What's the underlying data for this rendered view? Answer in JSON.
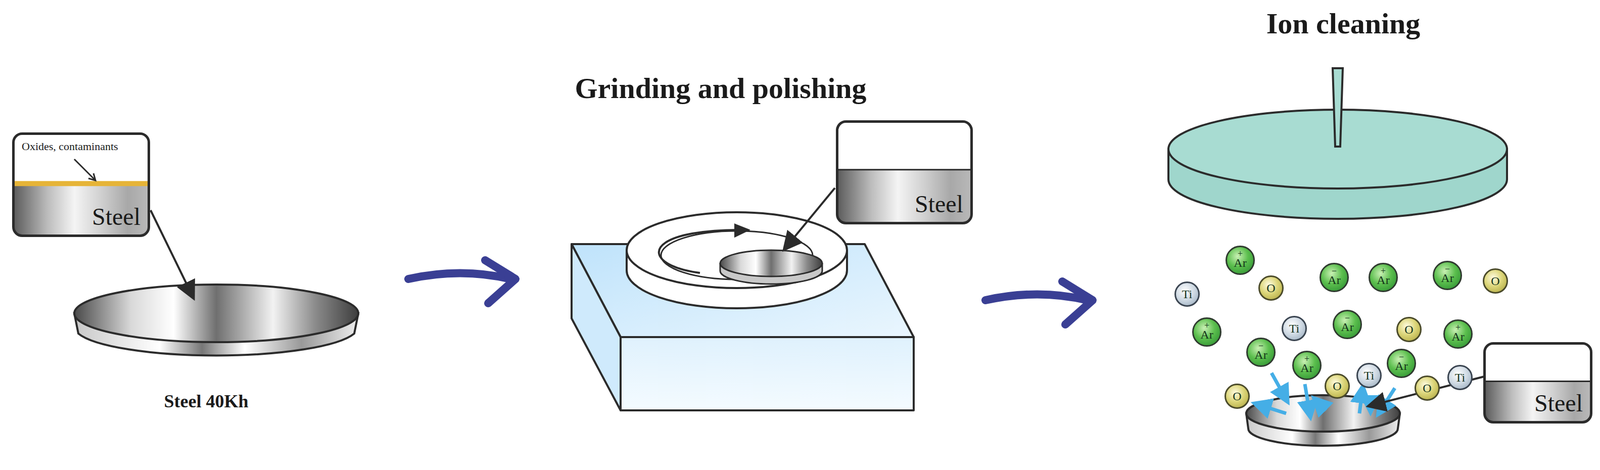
{
  "diagram": {
    "nodes": [
      {
        "text": [
          "Oxides, contaminants",
          "Steel"
        ]
      },
      {
        "text": [
          "Steel"
        ]
      },
      {
        "text": [
          "Steel"
        ]
      },
      {
        "text": [
          "Ar",
          "+"
        ]
      },
      {
        "text": [
          "Ti"
        ]
      },
      {
        "text": [
          "O"
        ]
      },
      {
        "text": [
          "Ar",
          "−"
        ]
      },
      {
        "text": [
          "Ar",
          "+"
        ]
      },
      {
        "text": [
          "Ar",
          "−"
        ]
      },
      {
        "text": [
          "O"
        ]
      },
      {
        "text": [
          "Ar",
          "+"
        ]
      },
      {
        "text": [
          "Ti"
        ]
      },
      {
        "text": [
          "Ar",
          "−"
        ]
      },
      {
        "text": [
          "O"
        ]
      },
      {
        "text": [
          "Ar",
          "+"
        ]
      },
      {
        "text": [
          "Ar",
          "−"
        ]
      },
      {
        "text": [
          "Ar",
          "+"
        ]
      },
      {
        "text": [
          "Ar",
          "−"
        ]
      },
      {
        "text": [
          "Ti"
        ]
      },
      {
        "text": [
          "O"
        ]
      },
      {
        "text": [
          "O"
        ]
      },
      {
        "text": [
          "Ti"
        ]
      },
      {
        "text": [
          "O"
        ]
      }
    ],
    "labels": [
      "Steel 40Kh",
      "Grinding and polishing",
      "Ion cleaning"
    ]
  }
}
